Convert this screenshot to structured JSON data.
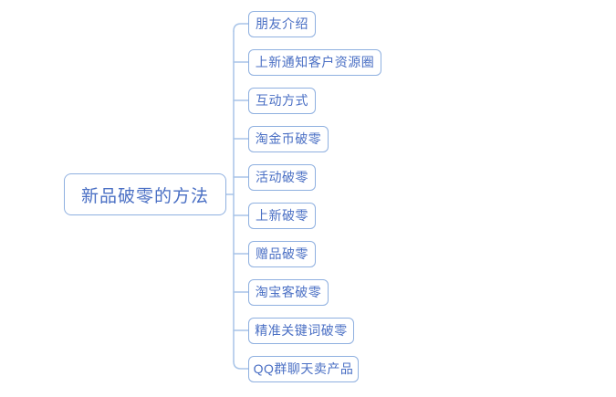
{
  "diagram": {
    "type": "mind-map",
    "background_color": "#ffffff",
    "border_color": "#8fb0e0",
    "text_color": "#4a6fc4",
    "connector_color": "#a8c4e8",
    "root": {
      "label": "新品破零的方法"
    },
    "branches": [
      {
        "label": "朋友介绍",
        "width": 74
      },
      {
        "label": "上新通知客户资源圈",
        "width": 146
      },
      {
        "label": "互动方式",
        "width": 74
      },
      {
        "label": "淘金币破零",
        "width": 88
      },
      {
        "label": "活动破零",
        "width": 74
      },
      {
        "label": "上新破零",
        "width": 74
      },
      {
        "label": "赠品破零",
        "width": 74
      },
      {
        "label": "淘宝客破零",
        "width": 88
      },
      {
        "label": "精准关键词破零",
        "width": 116
      },
      {
        "label": "QQ群聊天卖产品",
        "width": 121
      }
    ]
  }
}
